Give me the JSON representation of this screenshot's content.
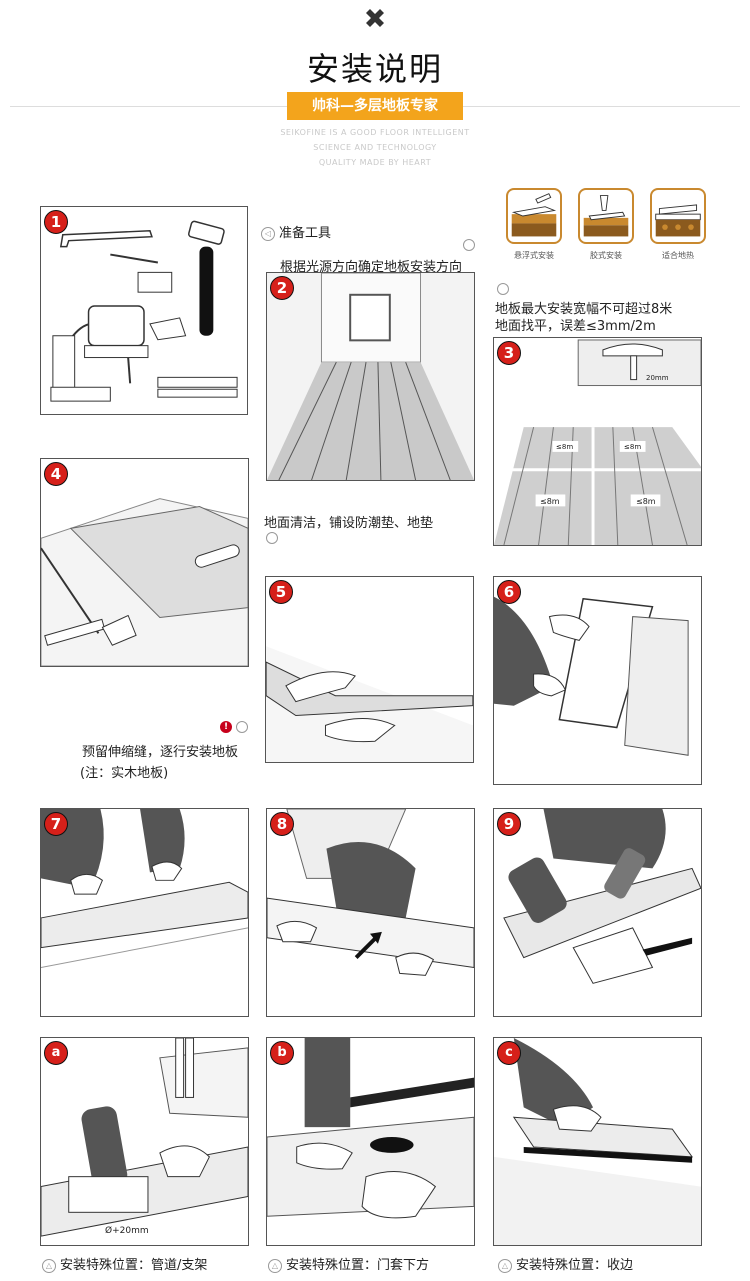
{
  "header": {
    "title": "安装说明",
    "banner": "帅科—多层地板专家",
    "subtitle_lines": [
      "SEIKOFINE IS A GOOD FLOOR INTELLIGENT",
      "SCIENCE AND TECHNOLOGY",
      "QUALITY MADE BY HEART"
    ]
  },
  "steps": [
    {
      "badge": "1",
      "caption": "准备工具"
    },
    {
      "badge": "2",
      "caption": "根据光源方向确定地板安装方向"
    },
    {
      "badge": "3",
      "caption_line1": "地板最大安装宽幅不可超过8米",
      "caption_line2": "地面找平，误差≤3mm/2m",
      "labels": {
        "gap": "20mm",
        "w1": "≤8m",
        "w2": "≤8m",
        "w3": "≤8m",
        "w4": "≤8m"
      }
    },
    {
      "badge": "4",
      "caption": "地面清洁，铺设防潮垫、地垫"
    },
    {
      "badge": "5",
      "caption": "预留伸缩缝，逐行安装地板",
      "note": "(注：实木地板)"
    },
    {
      "badge": "6"
    },
    {
      "badge": "7"
    },
    {
      "badge": "8"
    },
    {
      "badge": "9"
    },
    {
      "badge": "a",
      "caption": "安装特殊位置：管道/支架",
      "label": "Ø+20mm"
    },
    {
      "badge": "b",
      "caption": "安装特殊位置：门套下方"
    },
    {
      "badge": "c",
      "caption": "安装特殊位置：收边"
    }
  ],
  "install_types": [
    {
      "label": "悬浮式安装"
    },
    {
      "label": "胶式安装"
    },
    {
      "label": "适合地热"
    }
  ],
  "colors": {
    "accent": "#f3a41c",
    "badge": "#d6201a",
    "icon_border": "#c9892f"
  }
}
